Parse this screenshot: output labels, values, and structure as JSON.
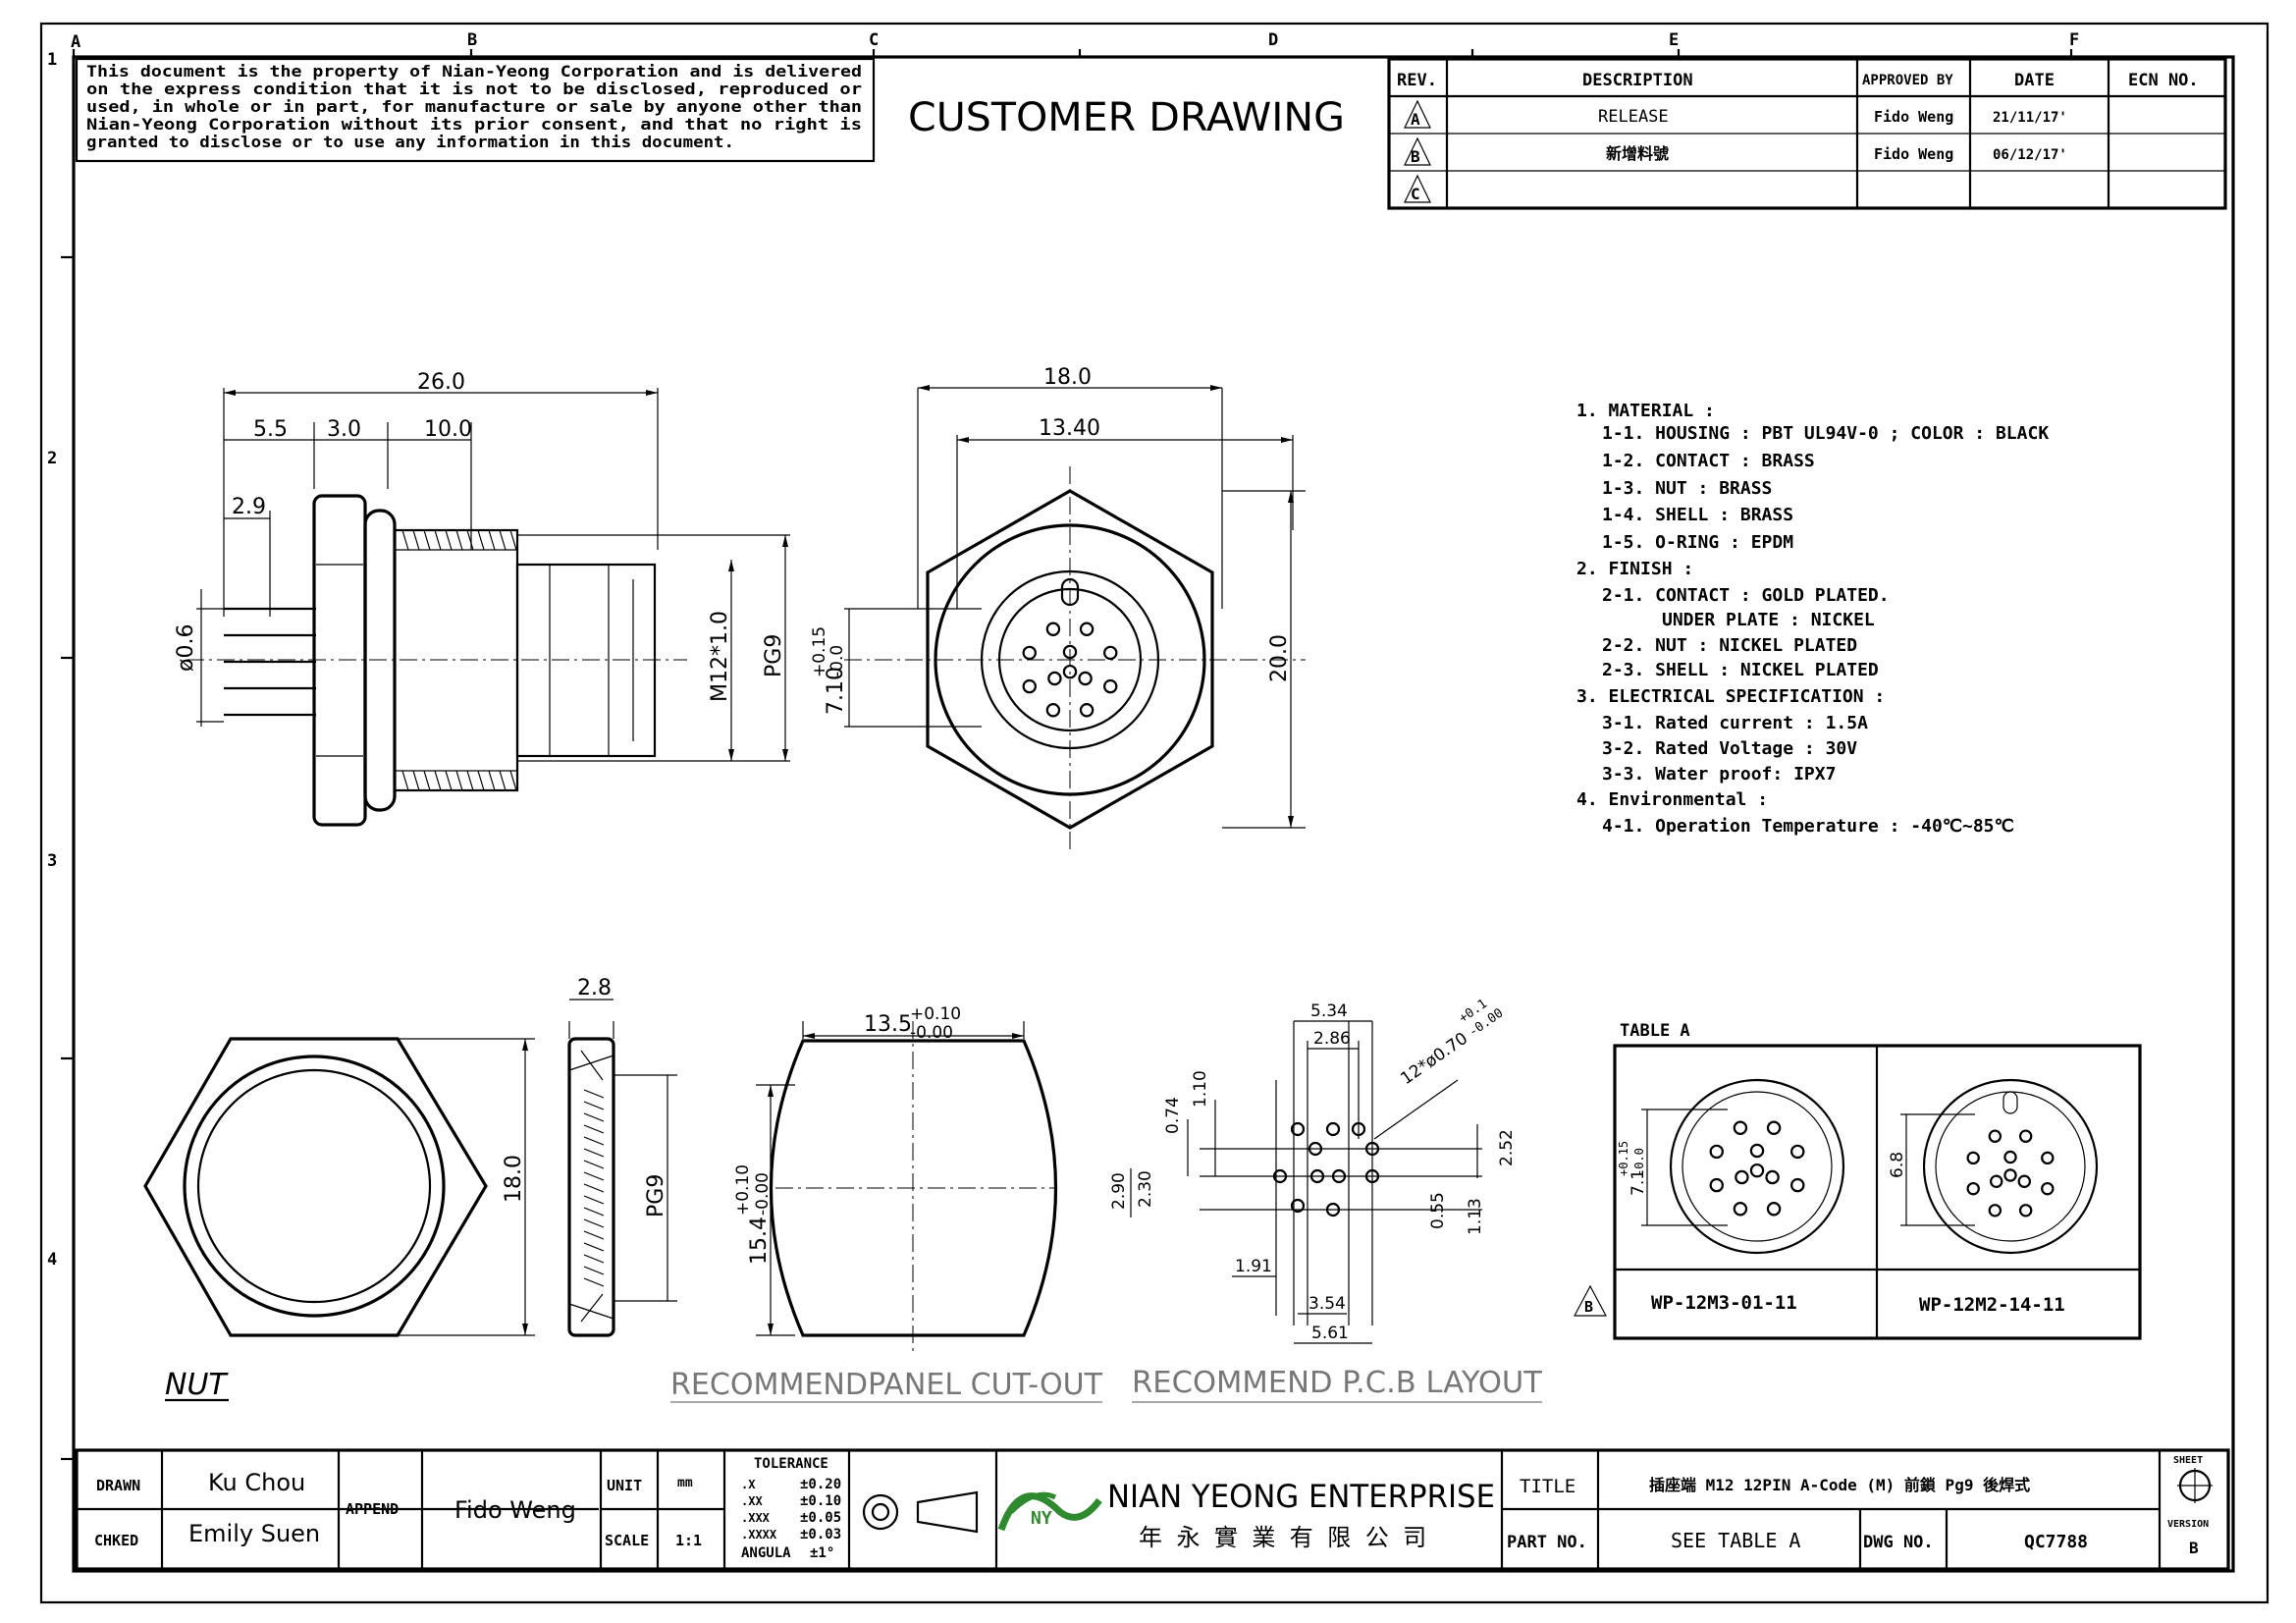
{
  "notice": {
    "lines": [
      "This document is the property of Nian-Yeong Corporation and is delivered",
      "on  the  express condition that it is not to be disclosed, reproduced or",
      "used, in whole or in part, for manufacture or sale by anyone other than",
      "Nian-Yeong Corporation without  its prior consent, and that  no right  is",
      "granted to disclose or to use any information in this  document."
    ]
  },
  "drawing_title": "CUSTOMER  DRAWING",
  "grid": {
    "columns": [
      "A",
      "B",
      "C",
      "D",
      "E",
      "F"
    ],
    "rows": [
      "1",
      "2",
      "3",
      "4"
    ]
  },
  "revision_table": {
    "headers": [
      "REV.",
      "DESCRIPTION",
      "APPROVED BY",
      "DATE",
      "ECN NO."
    ],
    "rows": [
      {
        "rev": "A",
        "description": "RELEASE",
        "approved": "Fido Weng",
        "date": "21/11/17'",
        "ecn": ""
      },
      {
        "rev": "B",
        "description": "新增料號",
        "approved": "Fido Weng",
        "date": "06/12/17'",
        "ecn": ""
      },
      {
        "rev": "C",
        "description": "",
        "approved": "",
        "date": "",
        "ecn": ""
      }
    ]
  },
  "notes": [
    "1. MATERIAL :",
    "1-1. HOUSING : PBT UL94V-0 ; COLOR : BLACK",
    "1-2. CONTACT : BRASS",
    "1-3. NUT : BRASS",
    "1-4. SHELL : BRASS",
    "1-5. O-RING : EPDM",
    "2. FINISH :",
    "2-1. CONTACT : GOLD PLATED.",
    "UNDER PLATE : NICKEL",
    "2-2. NUT : NICKEL PLATED",
    "2-3. SHELL : NICKEL PLATED",
    "3. ELECTRICAL SPECIFICATION :",
    "3-1. Rated current : 1.5A",
    "3-2. Rated Voltage : 30V",
    "3-3. Water proof: IPX7",
    "4. Environmental :",
    "4-1. Operation Temperature : -40℃~85℃"
  ],
  "side_view_dims": {
    "overall": "26.0",
    "d1": "5.5",
    "d2": "3.0",
    "d3": "10.0",
    "pin": "2.9",
    "pin_dia": "ø0.6",
    "thread": "M12*1.0",
    "pg": "PG9"
  },
  "front_view_dims": {
    "width": "18.0",
    "inner": "13.40",
    "height": "20.0",
    "offset": "7.10",
    "tol_up": "+0.15",
    "tol_dn": "-0.0"
  },
  "nut_view": {
    "label": "NUT",
    "height": "18.0",
    "thickness": "2.8",
    "pg": "PG9"
  },
  "panel_cutout": {
    "label": "RECOMMENDPANEL  CUT-OUT",
    "width": "13.5",
    "width_tol_up": "+0.10",
    "width_tol_dn": "-0.00",
    "height": "15.4",
    "height_tol_up": "+0.10",
    "height_tol_dn": "-0.00"
  },
  "pcb_layout": {
    "label": "RECOMMEND  P.C.B  LAYOUT",
    "d534": "5.34",
    "d286": "2.86",
    "d074": "0.74",
    "d110": "1.10",
    "hole": "12*ø0.70",
    "hole_tol_up": "+0.1",
    "hole_tol_dn": "-0.00",
    "d252": "2.52",
    "d290": "2.90",
    "d230": "2.30",
    "d055": "0.55",
    "d113": "1.13",
    "d191": "1.91",
    "d354": "3.54",
    "d561": "5.61"
  },
  "table_a": {
    "title": "TABLE  A",
    "left_dim": "7.1",
    "left_tol_up": "+0.15",
    "left_tol_dn": "-0.0",
    "right_dim": "6.8",
    "rev_mark": "B",
    "part_left": "WP-12M3-01-11",
    "part_right": "WP-12M2-14-11"
  },
  "title_block": {
    "drawn_label": "DRAWN",
    "drawn": "Ku Chou",
    "chked_label": "CHKED",
    "chked": "Emily Suen",
    "append_label": "APPEND",
    "append": "Fido Weng",
    "unit_label": "UNIT",
    "unit": "mm",
    "scale_label": "SCALE",
    "scale": "1:1",
    "tolerance_label": "TOLERANCE",
    "tolerances": [
      {
        "k": ".X",
        "v": "±0.20"
      },
      {
        "k": ".XX",
        "v": "±0.10"
      },
      {
        "k": ".XXX",
        "v": "±0.05"
      },
      {
        "k": ".XXXX",
        "v": "±0.03"
      },
      {
        "k": "ANGULA",
        "v": "±1°"
      }
    ],
    "company": "NIAN YEONG ENTERPRISE",
    "company_cn": "年 永 實 業 有 限 公 司",
    "title_label": "TITLE",
    "title": "插座端 M12 12PIN A-Code (M) 前鎖 Pg9 後焊式",
    "partno_label": "PART NO.",
    "partno": "SEE  TABLE  A",
    "dwgno_label": "DWG NO.",
    "dwgno": "QC7788",
    "sheet_label": "SHEET",
    "version_label": "VERSION",
    "version": "B"
  }
}
